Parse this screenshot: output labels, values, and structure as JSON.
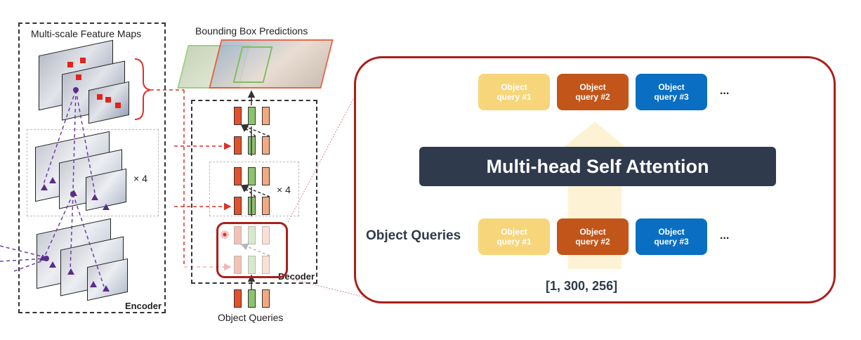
{
  "encoder": {
    "title": "Multi-scale Feature Maps",
    "label": "Encoder",
    "repeat": "× 4"
  },
  "decoder": {
    "title": "Bounding Box Predictions",
    "label": "Decoder",
    "repeat": "× 4",
    "bottom_label": "Object Queries"
  },
  "panel": {
    "attention_label": "Multi-head Self Attention",
    "queries_label": "Object Queries",
    "shape_label": "[1, 300, 256]",
    "top_queries": [
      {
        "line1": "Object",
        "line2": "query #1",
        "color": "#f7d57a"
      },
      {
        "line1": "Object",
        "line2": "query #2",
        "color": "#c2561a"
      },
      {
        "line1": "Object",
        "line2": "query #3",
        "color": "#0a6fc2"
      }
    ],
    "bottom_queries": [
      {
        "line1": "Object",
        "line2": "query #1",
        "color": "#f7d57a"
      },
      {
        "line1": "Object",
        "line2": "query #2",
        "color": "#c2561a"
      },
      {
        "line1": "Object",
        "line2": "query #3",
        "color": "#0a6fc2"
      }
    ],
    "ellipsis": "...",
    "border_color": "#a8201a"
  }
}
